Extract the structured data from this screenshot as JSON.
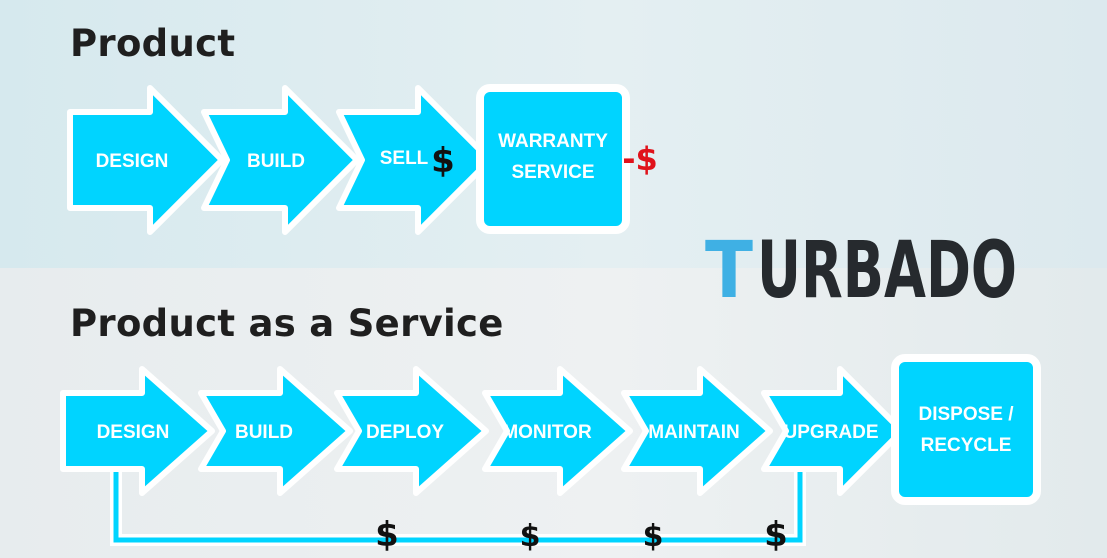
{
  "product": {
    "title": "Product",
    "steps": [
      "DESIGN",
      "BUILD",
      "SELL",
      "WARRANTY",
      "SERVICE"
    ],
    "sell_marker": "$",
    "warranty_marker": "-$"
  },
  "service": {
    "title": "Product as a Service",
    "steps": [
      "DESIGN",
      "BUILD",
      "DEPLOY",
      "MONITOR",
      "MAINTAIN",
      "UPGRADE",
      "DISPOSE /",
      "RECYCLE"
    ],
    "revenue_markers": [
      "$",
      "$",
      "$",
      "$"
    ]
  },
  "logo": {
    "first_letter": "T",
    "rest": "URBADO",
    "first_letter_color": "#3fb0e4",
    "rest_color": "#262a2e"
  },
  "colors": {
    "accent": "#00d4ff",
    "outline": "#ffffff",
    "negative": "#e0121b"
  }
}
